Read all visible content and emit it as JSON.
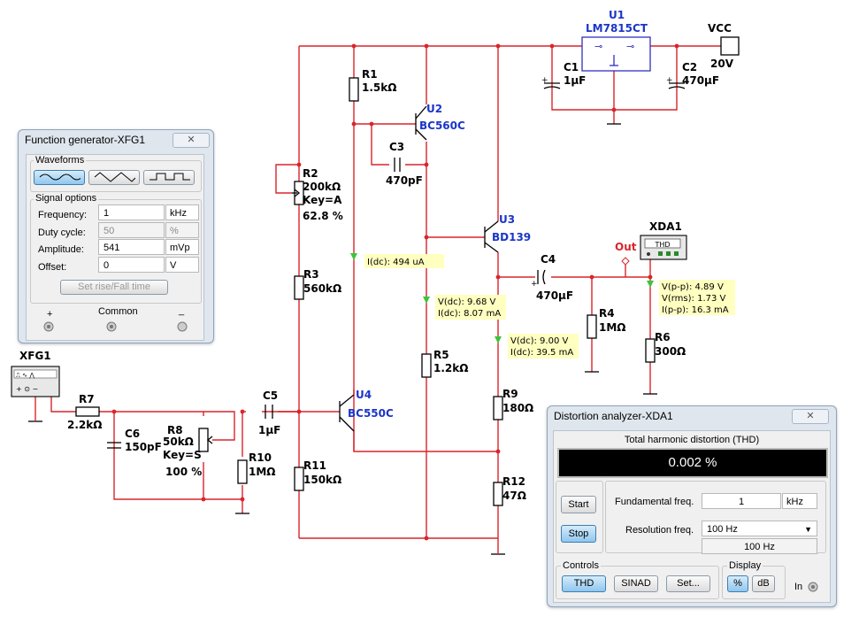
{
  "schematic": {
    "components": {
      "u1": {
        "ref": "U1",
        "part": "LM7815CT"
      },
      "vcc": {
        "ref": "VCC",
        "value": "20V"
      },
      "c1": {
        "ref": "C1",
        "value": "1µF"
      },
      "c2": {
        "ref": "C2",
        "value": "470µF"
      },
      "r1": {
        "ref": "R1",
        "value": "1.5kΩ"
      },
      "u2": {
        "ref": "U2",
        "part": "BC560C"
      },
      "c3": {
        "ref": "C3",
        "value": "470pF"
      },
      "r2": {
        "ref": "R2",
        "value": "200kΩ",
        "key": "Key=A",
        "setting": "62.8 %"
      },
      "u3": {
        "ref": "U3",
        "part": "BD139"
      },
      "xda1": {
        "ref": "XDA1",
        "face": "THD"
      },
      "out": {
        "label": "Out"
      },
      "c4": {
        "ref": "C4",
        "value": "470µF"
      },
      "r3": {
        "ref": "R3",
        "value": "560kΩ"
      },
      "r4": {
        "ref": "R4",
        "value": "1MΩ"
      },
      "r6": {
        "ref": "R6",
        "value": "300Ω"
      },
      "r5": {
        "ref": "R5",
        "value": "1.2kΩ"
      },
      "r9": {
        "ref": "R9",
        "value": "180Ω"
      },
      "xfg1": {
        "ref": "XFG1"
      },
      "r7": {
        "ref": "R7",
        "value": "2.2kΩ"
      },
      "c6": {
        "ref": "C6",
        "value": "150pF"
      },
      "r8": {
        "ref": "R8",
        "value": "50kΩ",
        "key": "Key=S",
        "setting": "100 %"
      },
      "c5": {
        "ref": "C5",
        "value": "1µF"
      },
      "r10": {
        "ref": "R10",
        "value": "1MΩ"
      },
      "r11": {
        "ref": "R11",
        "value": "150kΩ"
      },
      "u4": {
        "ref": "U4",
        "part": "BC550C"
      },
      "r12": {
        "ref": "R12",
        "value": "47Ω"
      }
    },
    "probes": {
      "p1": {
        "lines": [
          "I(dc): 494 uA"
        ]
      },
      "p2": {
        "lines": [
          "V(dc): 9.68 V",
          "I(dc): 8.07 mA"
        ]
      },
      "p3": {
        "lines": [
          "V(dc): 9.00 V",
          "I(dc): 39.5 mA"
        ]
      },
      "p4": {
        "lines": [
          "V(p-p): 4.89 V",
          "V(rms): 1.73 V",
          "I(p-p): 16.3 mA"
        ]
      }
    }
  },
  "function_generator": {
    "title": "Function generator-XFG1",
    "waveforms_label": "Waveforms",
    "waveforms": [
      {
        "icon": "sine-wave-icon",
        "selected": true
      },
      {
        "icon": "triangle-wave-icon",
        "selected": false
      },
      {
        "icon": "square-wave-icon",
        "selected": false
      }
    ],
    "signal_options_label": "Signal options",
    "fields": [
      {
        "label": "Frequency:",
        "value": "1",
        "unit": "kHz",
        "enabled": true
      },
      {
        "label": "Duty cycle:",
        "value": "50",
        "unit": "%",
        "enabled": false
      },
      {
        "label": "Amplitude:",
        "value": "541",
        "unit": "mVp",
        "enabled": true
      },
      {
        "label": "Offset:",
        "value": "0",
        "unit": "V",
        "enabled": true
      }
    ],
    "rise_fall_button": "Set rise/Fall time",
    "terminals": {
      "plus": "+",
      "common": "Common",
      "minus": "_"
    }
  },
  "distortion_analyzer": {
    "title": "Distortion analyzer-XDA1",
    "heading": "Total harmonic distortion (THD)",
    "reading": "0.002 %",
    "start_button": "Start",
    "stop_button": "Stop",
    "fundamental_label": "Fundamental freq.",
    "fundamental_value": "1",
    "fundamental_unit": "kHz",
    "resolution_label": "Resolution freq.",
    "resolution_selected": "100 Hz",
    "resolution_display": "100 Hz",
    "controls_label": "Controls",
    "controls_buttons": [
      "THD",
      "SINAD",
      "Set..."
    ],
    "display_label": "Display",
    "display_buttons": [
      "%",
      "dB"
    ],
    "input_label": "In"
  }
}
